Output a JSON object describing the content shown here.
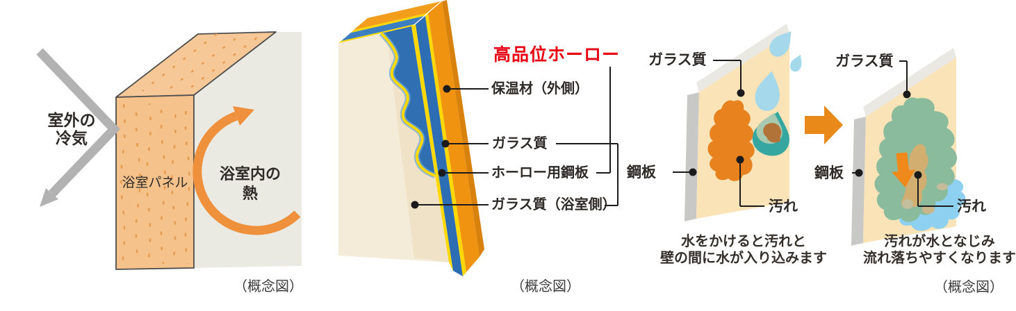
{
  "figure": {
    "description_tag": "（概念図）",
    "panel1": {
      "cold_air": [
        "室外の",
        "冷気"
      ],
      "wall_label": "浴室パネル",
      "heat": [
        "浴室内の",
        "熱"
      ],
      "caption": "（概念図）"
    },
    "panel2": {
      "title": "高品位ホーロー",
      "labels": [
        "保温材（外側）",
        "ガラス質",
        "ホーロー用鋼板",
        "ガラス質（浴室側）"
      ],
      "caption": "（概念図）"
    },
    "panel3": {
      "glass_label": "ガラス質",
      "steel_label": "鋼板",
      "stain_label": "汚れ",
      "caption_lines": [
        "水をかけると汚れと",
        "壁の間に水が入り込みます"
      ]
    },
    "panel4": {
      "glass_label": "ガラス質",
      "steel_label": "鋼板",
      "stain_label": "汚れ",
      "caption_lines": [
        "汚れが水となじみ",
        "流れ落ちやすくなります"
      ],
      "caption": "（概念図）"
    }
  },
  "icons": {
    "cold_air_arrow": "gray-deflect-arrow",
    "heat_circulation_arrow": "orange-circular-arrow",
    "flow_arrow": "orange-right-block-arrow",
    "wash_down_arrow": "orange-down-block-arrow",
    "water_drop": "teardrop"
  },
  "colors": {
    "title_red": "#e60012",
    "label_text": "#2e2a27",
    "cold_air_gray": "#b2b2b2",
    "heat_orange": "#ef913c",
    "wall_face_orange": "#f5c28b",
    "interior_pale": "#ebeae2",
    "glass_yellow": "#ffd800",
    "steel_blue": "#2d6db3",
    "insulation_orange": "#ef9310",
    "enamel_front_cream": "#f4ecd8",
    "panel_face_cream": "#fae3b6",
    "panel_edge_gray": "#c8c8c6",
    "water_drop_blue": "#a6d8ec",
    "stain_orange": "#e8821e",
    "wet_dirt_teal": "#35a7a0",
    "soaked_green": "#8abb9d",
    "wash_water_blue": "#8dd0f0",
    "flow_arrow_orange": "#e8891a"
  }
}
